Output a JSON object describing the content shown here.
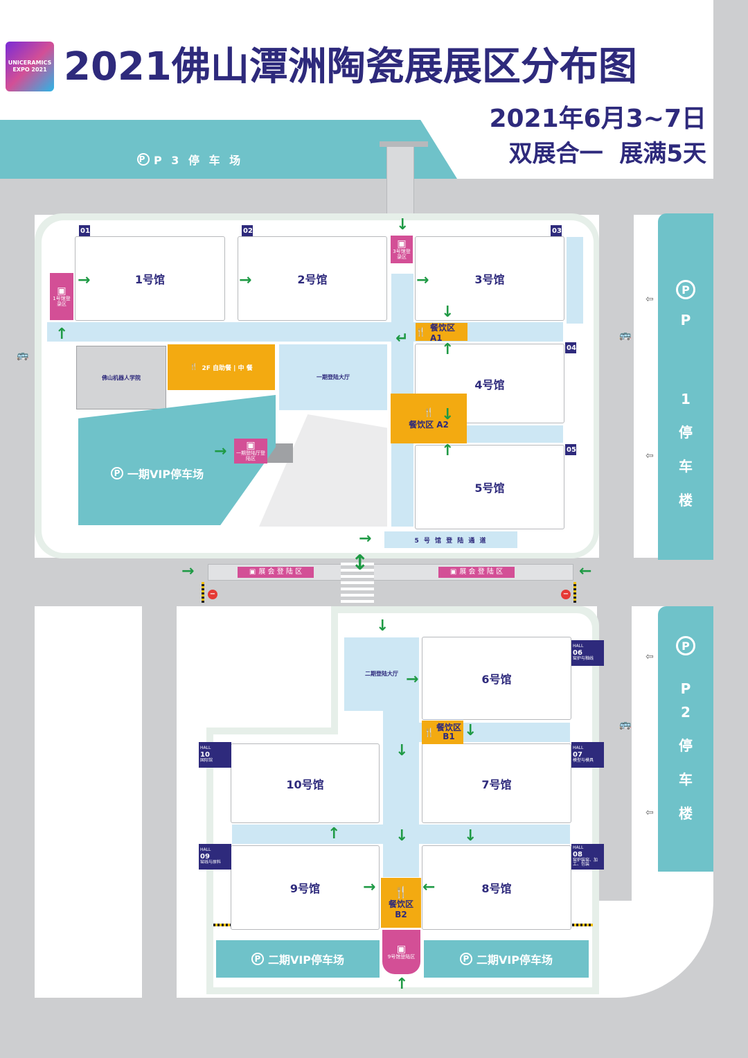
{
  "header": {
    "logo_text": "UNICERAMICS EXPO 2021",
    "title": "2021佛山潭洲陶瓷展展区分布图",
    "date": "2021年6月3~7日",
    "slogan": "双展合一  展满5天"
  },
  "parking": {
    "p3": "P 3 停 车 场",
    "p1_letter": "P",
    "p1_chars": [
      "P",
      "1",
      "停",
      "车",
      "楼"
    ],
    "p2_letter": "P",
    "p2_chars": [
      "P",
      "2",
      "停",
      "车",
      "楼"
    ],
    "vip1": "一期VIP停车场",
    "vip2_left": "二期VIP停车场",
    "vip2_right": "二期VIP停车场",
    "p_symbol": "P"
  },
  "halls": {
    "h1": "1号馆",
    "h2": "2号馆",
    "h3": "3号馆",
    "h4": "4号馆",
    "h5": "5号馆",
    "h6": "6号馆",
    "h7": "7号馆",
    "h8": "8号馆",
    "h9": "9号馆",
    "h10": "10号馆"
  },
  "hall_tags": {
    "t01": "01",
    "t02": "02",
    "t03": "03",
    "t04": "04",
    "t05": "05",
    "t06": "06",
    "t06_sub": "窑炉与釉线",
    "t07": "07",
    "t07_sub": "模型与模具",
    "t08": "08",
    "t08_sub": "窑炉装窑、加工、包装",
    "t09": "09",
    "t09_sub": "窑线与原料",
    "t10": "10",
    "t10_sub": "国际馆",
    "hall_word": "HALL"
  },
  "food": {
    "a1": "餐饮区 A1",
    "a2": "餐饮区 A2",
    "b1_line1": "餐饮区",
    "b1_line2": "B1",
    "b2_line1": "餐饮区",
    "b2_line2": "B2",
    "buffet": "2F 自助餐 | 中 餐"
  },
  "registration": {
    "hall1": "1号馆登录区",
    "hall3": "3号馆登录区",
    "phase1": "一期登陆厅登陆区",
    "hall9": "9号馆登陆区",
    "expo_left": "展 会 登 陆 区",
    "expo_right": "展 会 登 陆 区"
  },
  "areas": {
    "robot_academy": "佛山机器人学院",
    "phase1_hall": "一期登陆大厅",
    "phase2_hall": "二期登陆大厅",
    "hall5_passage": "5 号 馆 登 陆 通 道"
  },
  "icons": {
    "food": "fork-knife-icon",
    "registration": "register-icon",
    "parking": "parking-icon",
    "bus": "bus-stop-icon",
    "arrow": "green-arrow-icon"
  },
  "colors": {
    "navy": "#2e2a7c",
    "parking_teal": "#6fc2c9",
    "light_blue": "#cde7f4",
    "food_orange": "#f3aa11",
    "registration_pink": "#d34f96",
    "road_gray": "#cdced0",
    "arrow_green": "#1f9a45"
  }
}
